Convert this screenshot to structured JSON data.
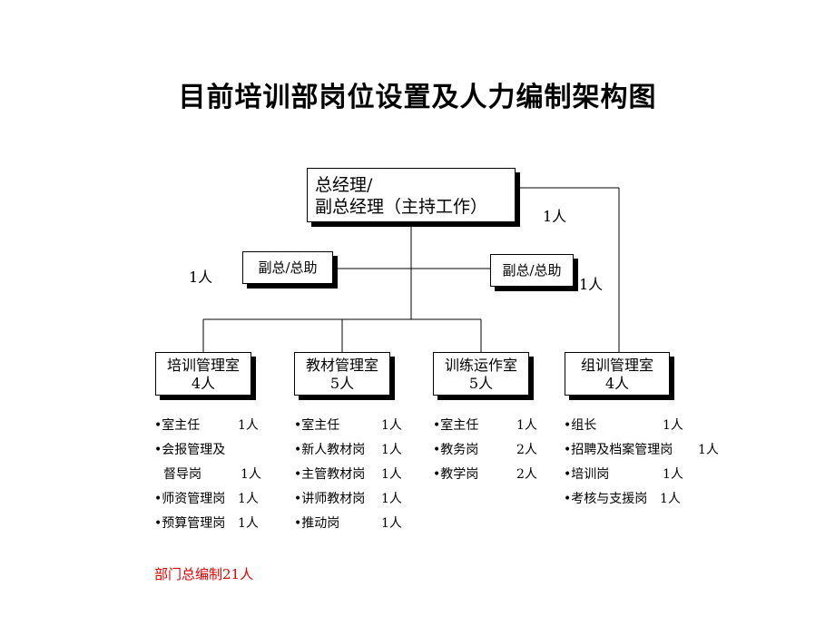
{
  "title": "目前培训部岗位设置及人力编制架构图",
  "gm": {
    "line1": "总经理/",
    "line2": "副总经理（主持工作）",
    "count": "1人"
  },
  "vp_left": {
    "label": "副总/总助",
    "count": "1人"
  },
  "vp_right": {
    "label": "副总/总助",
    "count": "1人"
  },
  "departments": [
    {
      "name": "培训管理室",
      "count": "4人",
      "items": [
        {
          "text": "•室主任",
          "count": "1人"
        },
        {
          "text": "•会报管理及",
          "count": ""
        },
        {
          "text": "  督导岗",
          "count": "1人"
        },
        {
          "text": "•师资管理岗",
          "count": "1人"
        },
        {
          "text": "•预算管理岗",
          "count": "1人"
        }
      ]
    },
    {
      "name": "教材管理室",
      "count": "5人",
      "items": [
        {
          "text": "•室主任",
          "count": "1人"
        },
        {
          "text": "•新人教材岗",
          "count": "1人"
        },
        {
          "text": "•主管教材岗",
          "count": "1人"
        },
        {
          "text": "•讲师教材岗",
          "count": "1人"
        },
        {
          "text": "•推动岗",
          "count": "1人"
        }
      ]
    },
    {
      "name": "训练运作室",
      "count": "5人",
      "items": [
        {
          "text": "•室主任",
          "count": "1人"
        },
        {
          "text": "•教务岗",
          "count": "2人"
        },
        {
          "text": "•教学岗",
          "count": "2人"
        }
      ]
    },
    {
      "name": "组训管理室",
      "count": "4人",
      "items": [
        {
          "text": "•组长",
          "count": "1人"
        },
        {
          "text": "•招聘及档案管理岗",
          "count": "1人"
        },
        {
          "text": "•培训岗",
          "count": "1人"
        },
        {
          "text": "•考核与支援岗",
          "count": "1人"
        }
      ]
    }
  ],
  "total": "部门总编制21人"
}
